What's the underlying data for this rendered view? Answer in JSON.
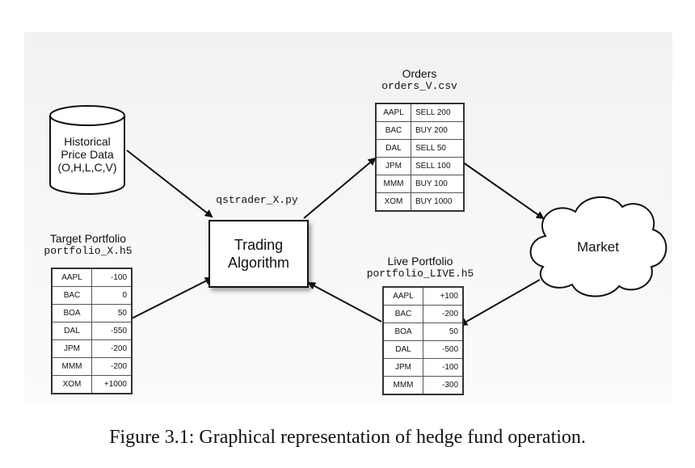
{
  "diagram": {
    "historical": {
      "lines": [
        "Historical",
        "Price Data",
        "(O,H,L,C,V)"
      ]
    },
    "algorithm": {
      "lines": [
        "Trading",
        "Algorithm"
      ],
      "script": "qstrader_X.py"
    },
    "orders": {
      "title": "Orders",
      "file": "orders_V.csv",
      "rows": [
        [
          "AAPL",
          "SELL 200"
        ],
        [
          "BAC",
          "BUY 200"
        ],
        [
          "DAL",
          "SELL 50"
        ],
        [
          "JPM",
          "SELL 100"
        ],
        [
          "MMM",
          "BUY 100"
        ],
        [
          "XOM",
          "BUY 1000"
        ]
      ]
    },
    "market": {
      "label": "Market"
    },
    "target": {
      "title": "Target Portfolio",
      "file": "portfolio_X.h5",
      "rows": [
        [
          "AAPL",
          "-100"
        ],
        [
          "BAC",
          "0"
        ],
        [
          "BOA",
          "50"
        ],
        [
          "DAL",
          "-550"
        ],
        [
          "JPM",
          "-200"
        ],
        [
          "MMM",
          "-200"
        ],
        [
          "XOM",
          "+1000"
        ]
      ]
    },
    "live": {
      "title": "Live Portfolio",
      "file": "portfolio_LIVE.h5",
      "rows": [
        [
          "AAPL",
          "+100"
        ],
        [
          "BAC",
          "-200"
        ],
        [
          "BOA",
          "50"
        ],
        [
          "DAL",
          "-500"
        ],
        [
          "JPM",
          "-100"
        ],
        [
          "MMM",
          "-300"
        ]
      ]
    }
  },
  "caption": "Figure 3.1: Graphical representation of hedge fund operation."
}
